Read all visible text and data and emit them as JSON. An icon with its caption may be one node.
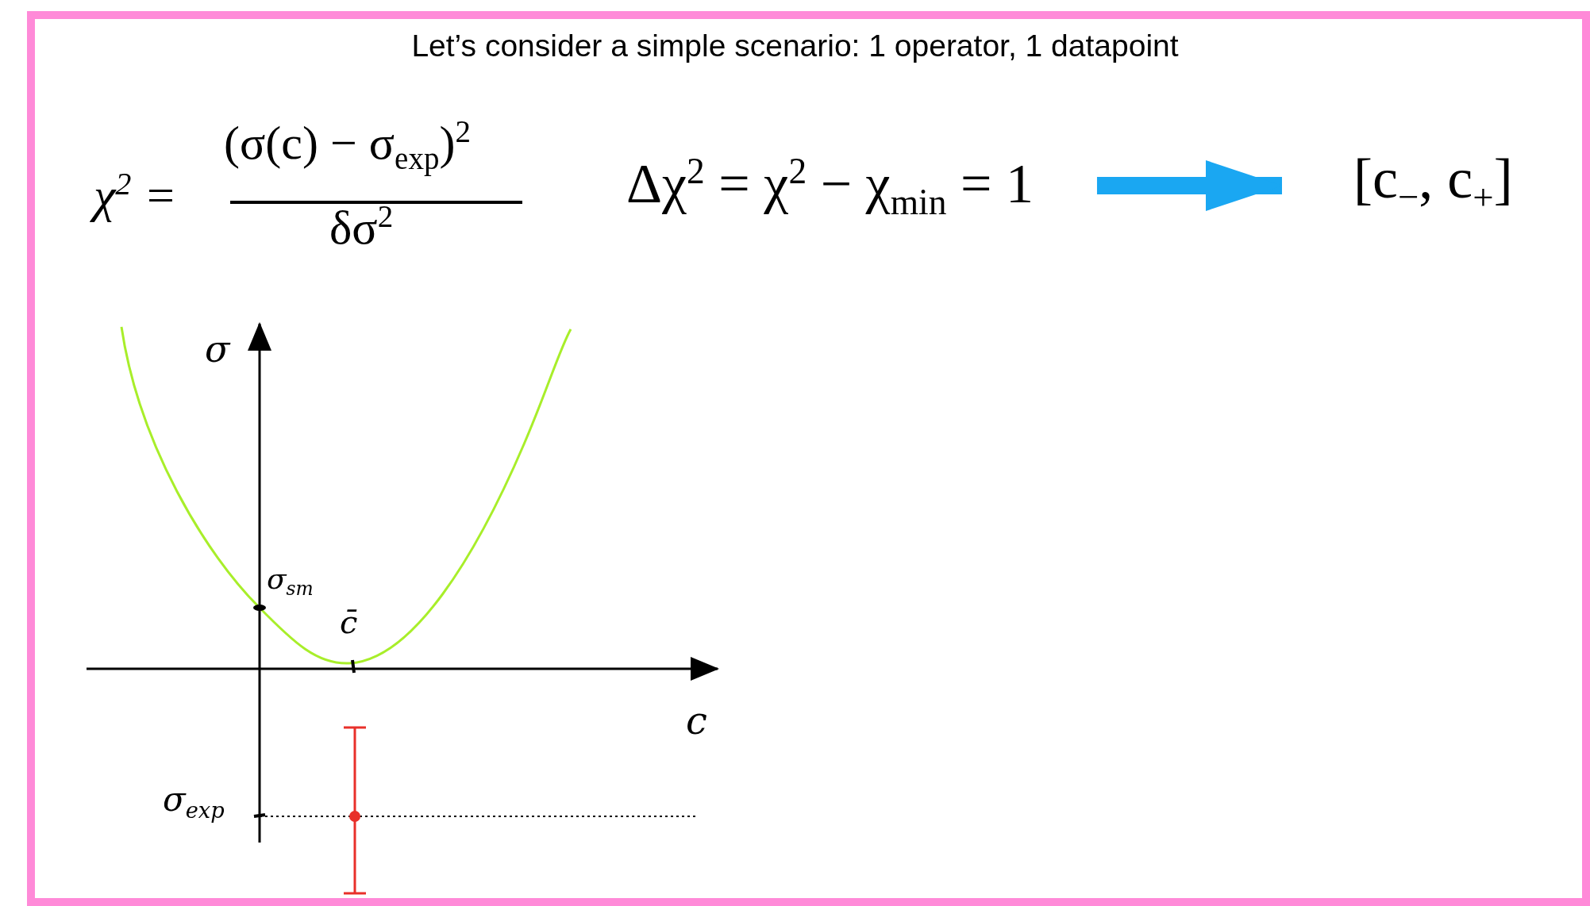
{
  "diagram": {
    "title": "Let’s consider a simple scenario: 1 operator, 1 datapoint",
    "nodes": [
      {
        "text": [
          "Δχ$^{2}$ = χ$^{2}$ − χ$_{min}$ = 1"
        ]
      },
      {
        "text": [
          "[c$_{−}$, c$_{+}$]"
        ]
      }
    ],
    "edges": [
      {
        "from": 0,
        "to": 1,
        "arrow": "to",
        "color": "#1aa7f2"
      }
    ],
    "labels": [
      "χ$^{2}$ =",
      "(σ(c) − σ$_{exp}$)$^{2}$",
      "δσ$^{2}$",
      "σ",
      "σ$_{sm}$",
      "c̄",
      "c",
      "σ$_{exp}$"
    ]
  }
}
